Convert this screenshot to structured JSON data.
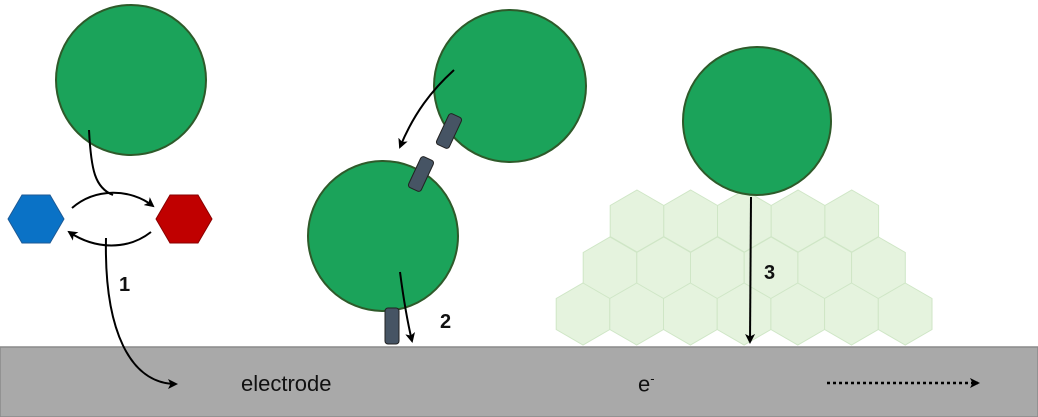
{
  "labels": {
    "pathway_1": "1",
    "pathway_2": "2",
    "pathway_3": "3",
    "electrode": "electrode",
    "electron": "e",
    "electron_sup": "-"
  },
  "colors": {
    "cell_fill": "#1ba35a",
    "cell_stroke": "#2e5a2a",
    "mediator_oxidized": "#0a72c6",
    "mediator_reduced": "#c00000",
    "electrode": "#a9a9a9",
    "electrode_edge": "#8a8a8a",
    "nanowire": "#465464",
    "biofilm_fill": "#e5f3de",
    "biofilm_stroke": "#cfe6c6",
    "arrow": "#000000"
  }
}
